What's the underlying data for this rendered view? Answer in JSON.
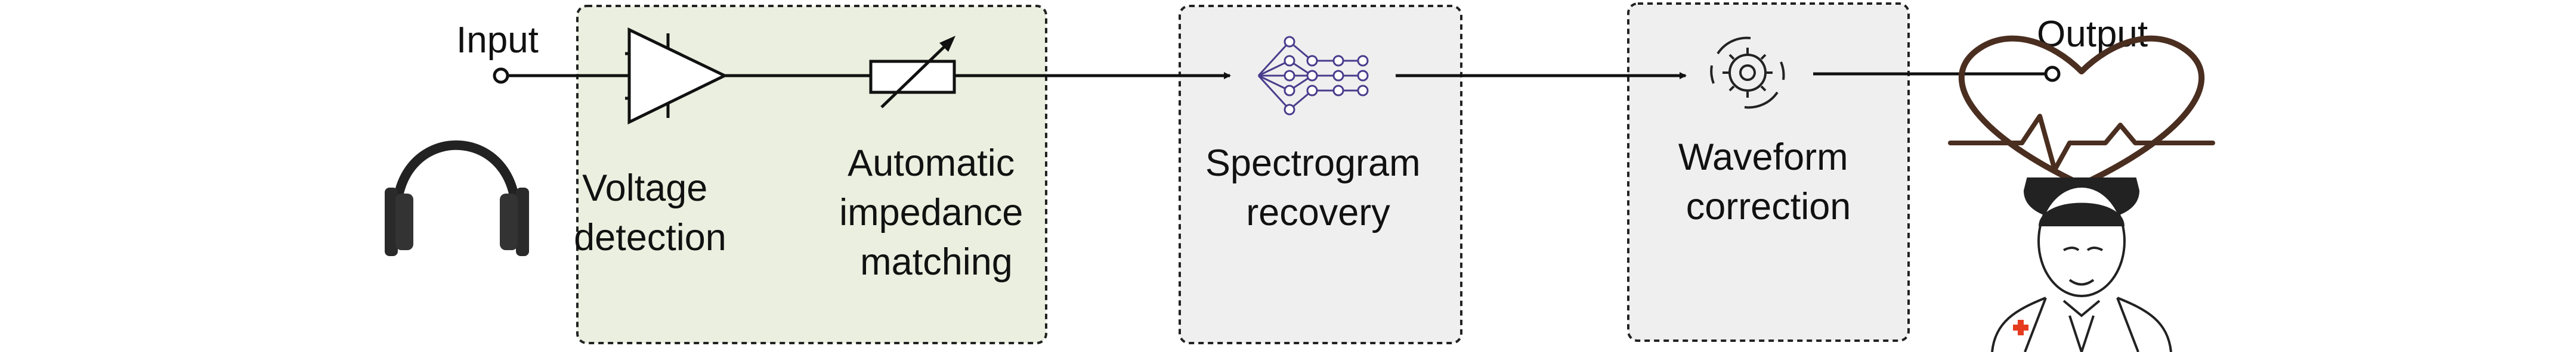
{
  "io": {
    "input_label": "Input",
    "output_label": "Output"
  },
  "stages": [
    {
      "id": "voltage-detection",
      "lines": [
        "Voltage",
        "detection"
      ],
      "icon": "amplifier-triangle-icon"
    },
    {
      "id": "automatic-impedance-matching",
      "lines": [
        "Automatic",
        "impedance",
        "matching"
      ],
      "icon": "variable-resistor-icon"
    },
    {
      "id": "spectrogram-recovery",
      "lines": [
        "Spectrogram",
        "recovery"
      ],
      "icon": "neural-network-icon"
    },
    {
      "id": "waveform-correction",
      "lines": [
        "Waveform",
        "correction"
      ],
      "icon": "gear-cycle-icon"
    }
  ],
  "groups": [
    {
      "id": "hardware-front-end",
      "fill": "#eaefdf",
      "contains": [
        "voltage-detection",
        "automatic-impedance-matching"
      ]
    },
    {
      "id": "spectrogram-stage",
      "fill": "#efefef",
      "contains": [
        "spectrogram-recovery"
      ]
    },
    {
      "id": "waveform-stage",
      "fill": "#efefef",
      "contains": [
        "waveform-correction"
      ]
    }
  ],
  "icons": {
    "source": "headphones-icon",
    "heart": "heart-rate-icon",
    "doctor": "doctor-icon",
    "doctor_cross_color": "#e53b1f"
  },
  "colors": {
    "line": "#111111",
    "border": "#222222",
    "icon_dark": "#222222",
    "heart_stroke": "#4a2e20",
    "nn_node": "#4a3c8c"
  }
}
